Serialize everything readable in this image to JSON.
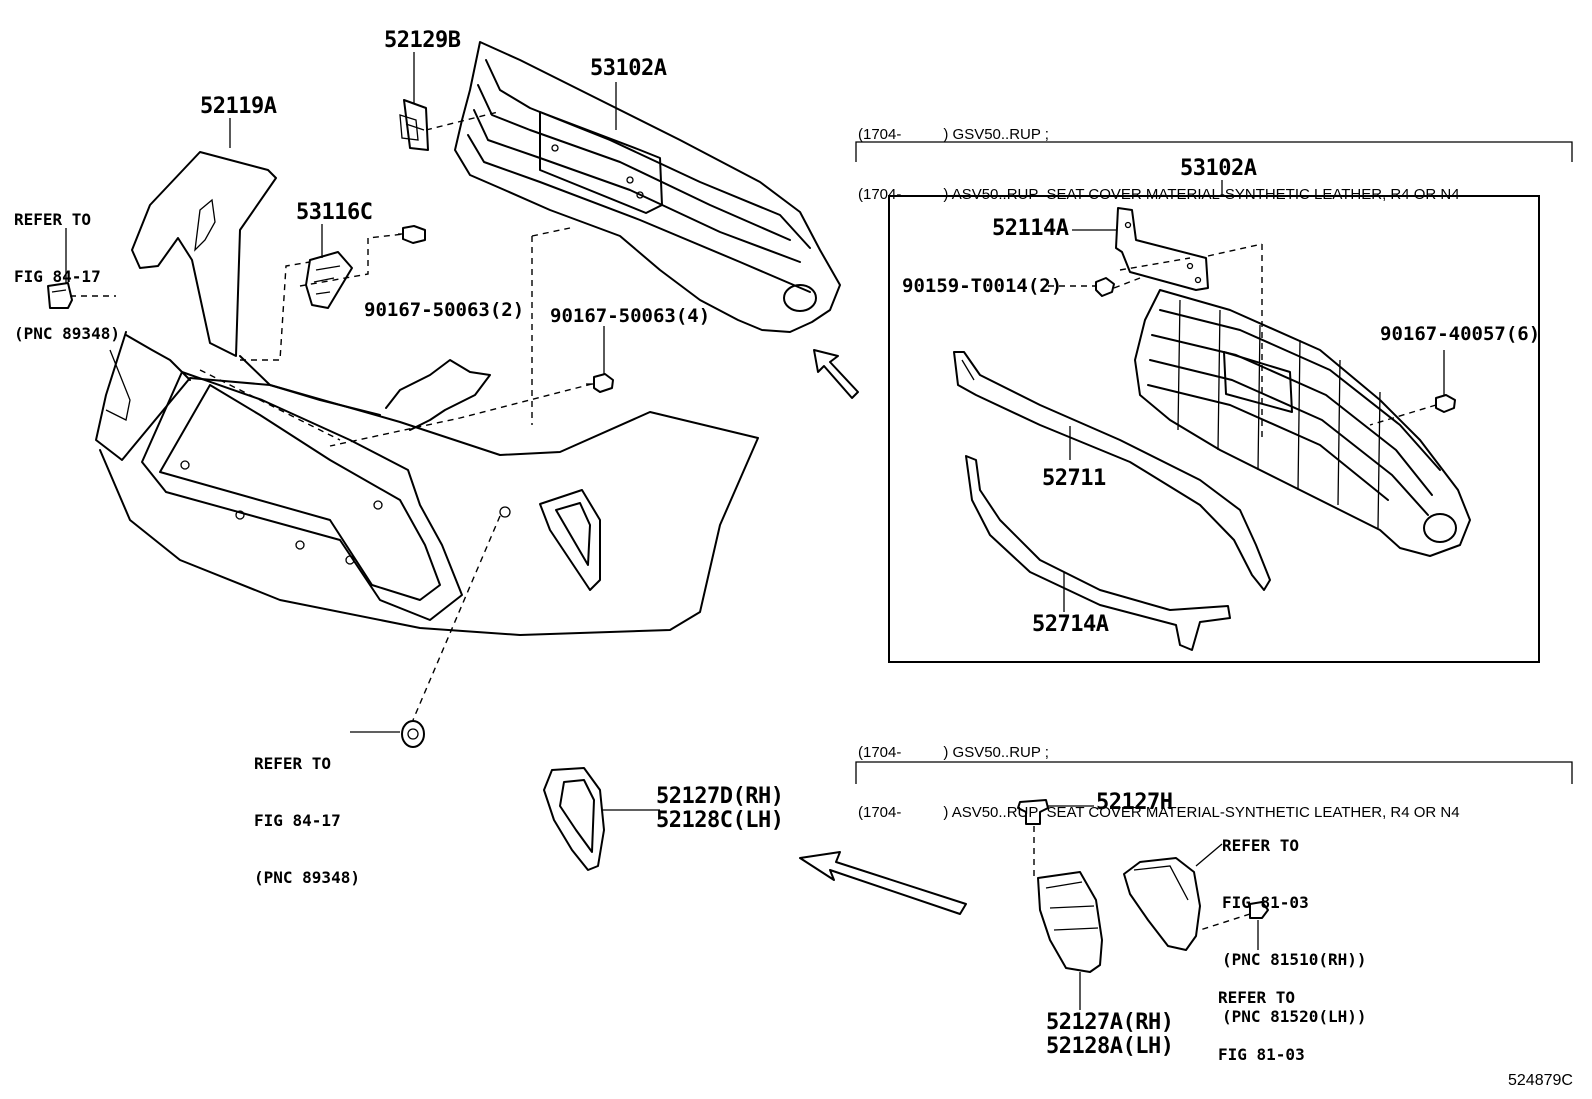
{
  "labels": {
    "p52129b": "52129B",
    "p53102a_top": "53102A",
    "p52119a": "52119A",
    "p53116c": "53116C",
    "p90167_50063_2": "90167-50063(2)",
    "p90167_50063_4": "90167-50063(4)",
    "p53102a_box": "53102A",
    "p52114a": "52114A",
    "p90159_t0014_2": "90159-T0014(2)",
    "p90167_40057_6": "90167-40057(6)",
    "p52711": "52711",
    "p52714a": "52714A",
    "p52127d_rh": "52127D(RH)",
    "p52128c_lh": "52128C(LH)",
    "p52127h": "52127H",
    "p52127a_rh": "52127A(RH)",
    "p52128a_lh": "52128A(LH)"
  },
  "refs": {
    "ref_top_left": [
      "REFER TO",
      "FIG 84-17",
      "(PNC 89348)"
    ],
    "ref_mid_left": [
      "REFER TO",
      "FIG 84-17",
      "(PNC 89348)"
    ],
    "ref_lamp": [
      "REFER TO",
      "FIG 81-03",
      "(PNC 81510(RH))",
      "(PNC 81520(LH))"
    ],
    "ref_screw": [
      "REFER TO",
      "FIG 81-03"
    ]
  },
  "notes": {
    "upper": [
      {
        "code": "(1704-",
        "text": ") GSV50..RUP ;"
      },
      {
        "code": "(1704-",
        "text": ") ASV50..RUP  SEAT COVER MATERIAL-SYNTHETIC LEATHER, R4 OR N4"
      }
    ],
    "lower": [
      {
        "code": "(1704-",
        "text": ") GSV50..RUP ;"
      },
      {
        "code": "(1704-",
        "text": ") ASV50..RUP  SEAT COVER MATERIAL-SYNTHETIC LEATHER, R4 OR N4"
      }
    ]
  },
  "figure_number": "524879C"
}
